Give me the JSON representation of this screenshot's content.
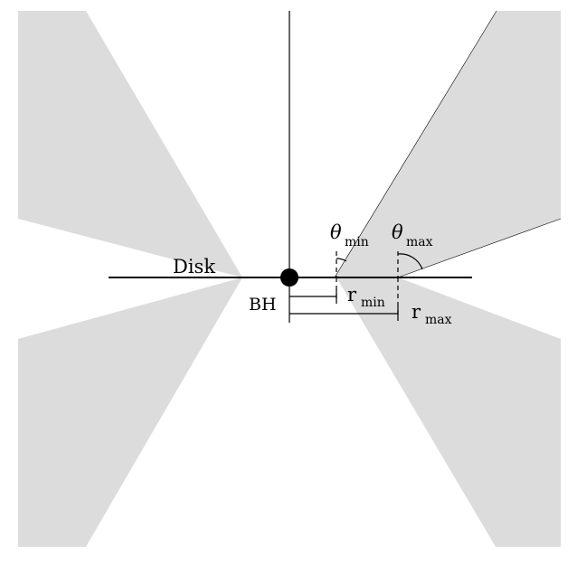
{
  "diagram": {
    "labels": {
      "disk": "Disk",
      "black_hole": "BH",
      "theta_symbol": "θ",
      "r_symbol": "r",
      "min_sub": "min",
      "max_sub": "max"
    },
    "colors": {
      "shaded_region": "#dcdcdc",
      "lines": "#000000",
      "background": "#ffffff"
    }
  }
}
